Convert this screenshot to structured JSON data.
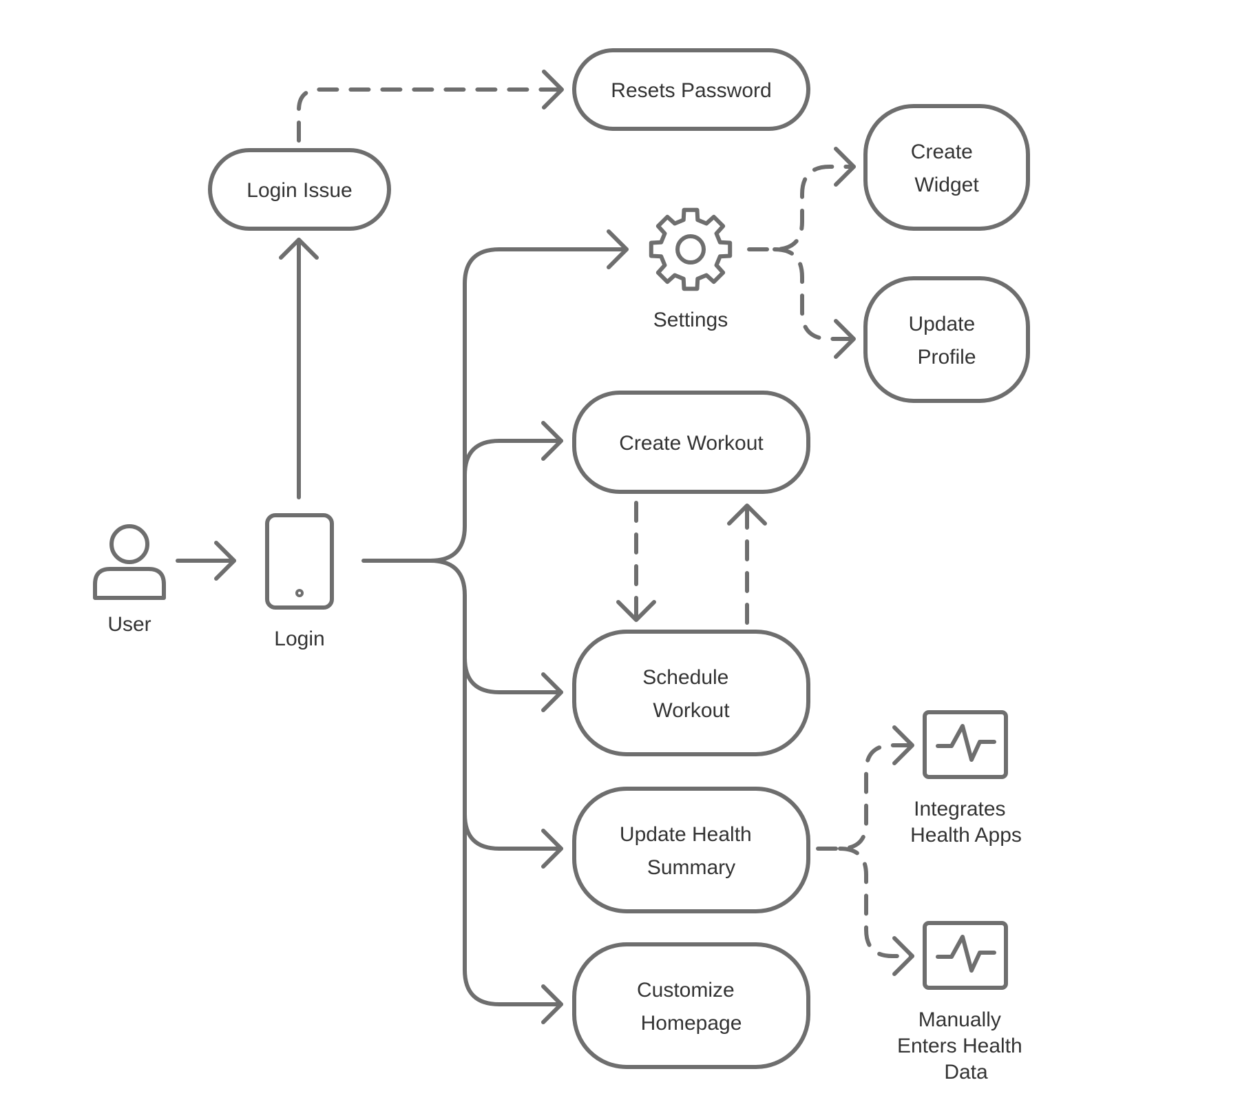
{
  "colors": {
    "stroke": "#6e6e6e",
    "text": "#333333",
    "background": "#ffffff"
  },
  "icons": {
    "user": "user-icon",
    "login": "phone-icon",
    "settings": "gear-icon",
    "integrates": "heartbeat-monitor-icon",
    "manual": "heartbeat-monitor-icon"
  },
  "labels": {
    "user": "User",
    "login": "Login",
    "settings": "Settings",
    "integrates": [
      "Integrates",
      "Health Apps"
    ],
    "manual": [
      "Manually",
      "Enters Health",
      "Data"
    ]
  },
  "nodes": {
    "login_issue": [
      "Login Issue"
    ],
    "resets_password": [
      "Resets Password"
    ],
    "create_widget": [
      "Create",
      "Widget"
    ],
    "update_profile": [
      "Update",
      "Profile"
    ],
    "create_workout": [
      "Create Workout"
    ],
    "schedule_workout": [
      "Schedule",
      "Workout"
    ],
    "update_health": [
      "Update Health",
      "Summary"
    ],
    "customize_homepage": [
      "Customize",
      "Homepage"
    ]
  }
}
